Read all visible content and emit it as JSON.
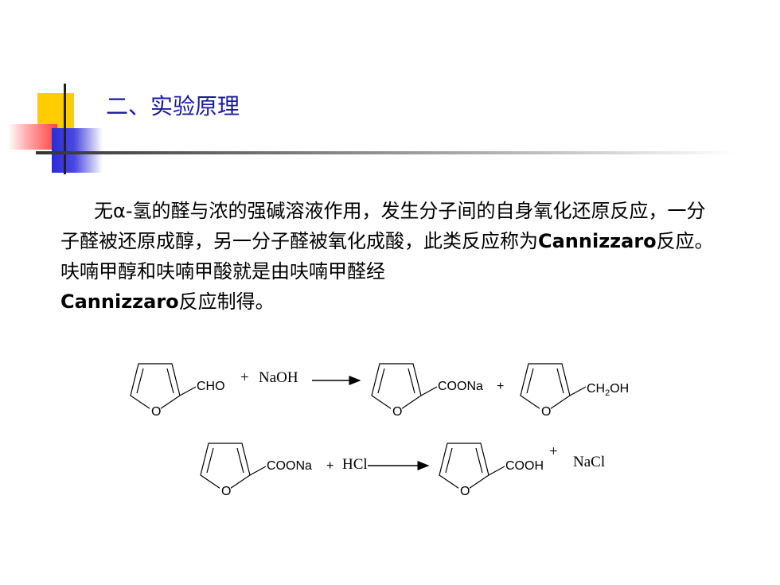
{
  "title": "二、实验原理",
  "paragraph": {
    "part1": "无α-氢的醛与浓的强碱溶液作用，发生分子间的自身氧化还原反应，一分子醛被还原成醇，另一分子醛被氧化成酸，此类反应称为",
    "bold1": "Cannizzaro",
    "part2": "反应。呋喃甲醇和呋喃甲酸就是由呋喃甲醛经",
    "bold2": "Cannizzaro",
    "part3": "反应制得。"
  },
  "reaction1": {
    "reactant_group": "CHO",
    "plus1": "+",
    "reagent": "NaOH",
    "product1_group": "COONa",
    "plus2": "+",
    "product2_group_a": "CH",
    "product2_group_sub": "2",
    "product2_group_b": "OH",
    "ring_atom": "O"
  },
  "reaction2": {
    "reactant_group": "COONa",
    "plus1": "+",
    "reagent": "HCl",
    "product1_group": "COOH",
    "plus2": "+",
    "product2": "NaCl",
    "ring_atom": "O"
  }
}
